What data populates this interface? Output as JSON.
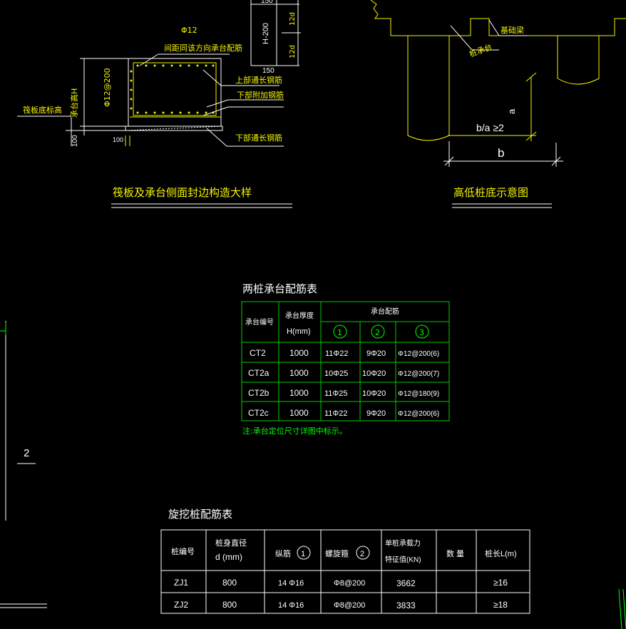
{
  "detail1": {
    "title": "筏板及承台侧面封边构造大样",
    "bar_top": "Φ12",
    "note_spacing": "间距同该方向承台配筋",
    "side_bar": "Φ12@200",
    "height_label": "承台高H",
    "raft_elevation": "筏板底标高",
    "dim_150_top": "150",
    "dim_h200": "H-200",
    "dim_12d_a": "12d",
    "dim_12d_b": "12d",
    "dim_150_mid": "150",
    "label_top_bar": "上部通长钢筋",
    "label_bottom_add": "下部附加钢筋",
    "label_bottom_bar": "下部通长钢筋",
    "dim_100": "100",
    "dim_100b": "100"
  },
  "detail2": {
    "title": "高低桩底示意图",
    "label_beam": "基础梁",
    "label_cap": "桩承台",
    "dim_a": "a",
    "ratio": "b/a ≥2",
    "dim_b": "b"
  },
  "table1": {
    "title": "两桩承台配筋表",
    "h_id": "承台编号",
    "h_thick_1": "承台厚度",
    "h_thick_2": "H(mm)",
    "h_rebar": "承台配筋",
    "c1": "1",
    "c2": "2",
    "c3": "3",
    "rows": [
      {
        "id": "CT2",
        "h": "1000",
        "r1": "11Φ22",
        "r2": "9Φ20",
        "r3": "Φ12@200(6)"
      },
      {
        "id": "CT2a",
        "h": "1000",
        "r1": "10Φ25",
        "r2": "10Φ20",
        "r3": "Φ12@200(7)"
      },
      {
        "id": "CT2b",
        "h": "1000",
        "r1": "11Φ25",
        "r2": "10Φ20",
        "r3": "Φ12@180(9)"
      },
      {
        "id": "CT2c",
        "h": "1000",
        "r1": "11Φ22",
        "r2": "9Φ20",
        "r3": "Φ12@200(6)"
      }
    ],
    "note": "注:承台定位尺寸详图中标示。"
  },
  "table2": {
    "title": "旋挖桩配筋表",
    "h_id": "桩编号",
    "h_dia_1": "桩身直径",
    "h_dia_2": "d (mm)",
    "h_long": "纵筋",
    "h_long_num": "1",
    "h_spiral": "螺旋箍",
    "h_spiral_num": "2",
    "h_cap_1": "单桩承载力",
    "h_cap_2": "特征值(KN)",
    "h_qty": "数 量",
    "h_len": "桩长L(m)",
    "rows": [
      {
        "id": "ZJ1",
        "d": "800",
        "long": "14 Φ16",
        "spiral": "Φ8@200",
        "cap": "3662",
        "qty": "",
        "len": "≥16"
      },
      {
        "id": "ZJ2",
        "d": "800",
        "long": "14 Φ16",
        "spiral": "Φ8@200",
        "cap": "3833",
        "qty": "",
        "len": "≥18"
      }
    ]
  },
  "misc": {
    "left_number": "2"
  },
  "colors": {
    "background": "#000000",
    "yellow": "#f5f500",
    "white": "#ffffff",
    "green": "#00ff00"
  }
}
